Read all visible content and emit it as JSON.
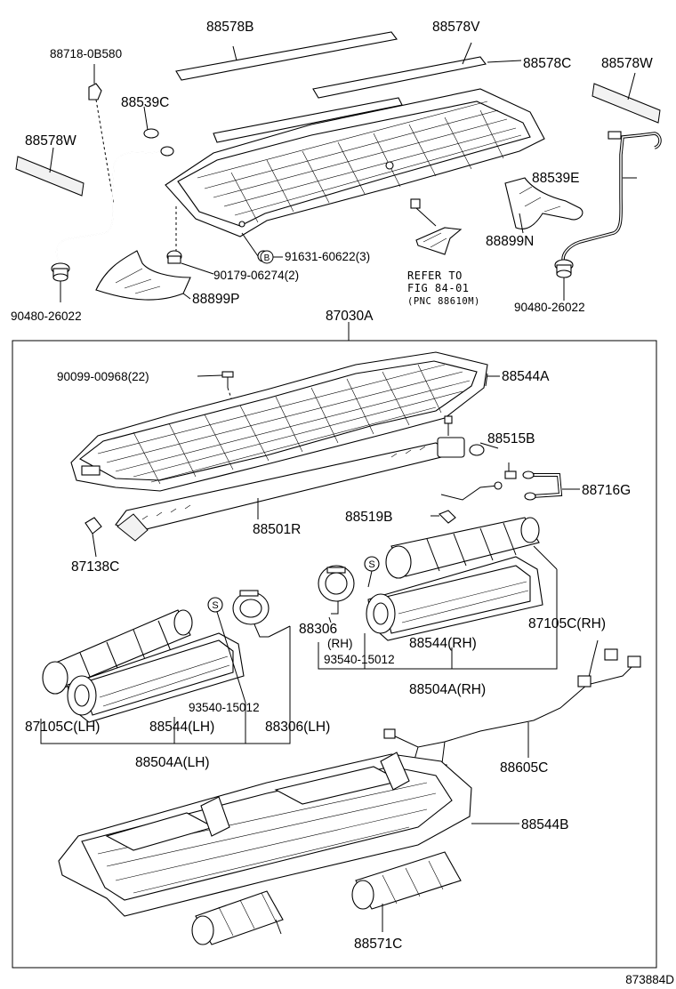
{
  "labels": {
    "p88578B": "88578B",
    "p88578V": "88578V",
    "p88578C": "88578C",
    "p88578W_right": "88578W",
    "p88718": "88718-0B580",
    "p88539C": "88539C",
    "p88578W_left": "88578W",
    "p88539E": "88539E",
    "p91631": "91631-60622(3)",
    "p91631_mark": "B",
    "p88899N": "88899N",
    "p90179": "90179-06274(2)",
    "ref1": "REFER TO",
    "ref2": "FIG 84-01",
    "ref3": "(PNC 88610M)",
    "p90480_left": "90480-26022",
    "p88899P": "88899P",
    "p90480_right": "90480-26022",
    "p87030A": "87030A",
    "p90099": "90099-00968(22)",
    "p88544A": "88544A",
    "p88515B": "88515B",
    "p88716G": "88716G",
    "p88519B": "88519B",
    "p88501R": "88501R",
    "p87138C": "87138C",
    "p88306_rh": "88306",
    "p88306_rh_tag": "(RH)",
    "p87105C_rh": "87105C(RH)",
    "p88544_rh": "88544(RH)",
    "p93540_rh": "93540-15012",
    "p88504A_rh": "88504A(RH)",
    "s_mark": "S",
    "p93540_lh": "93540-15012",
    "p87105C_lh": "87105C(LH)",
    "p88544_lh": "88544(LH)",
    "p88306_lh": "88306(LH)",
    "p88504A_lh": "88504A(LH)",
    "p88605C": "88605C",
    "p88544B": "88544B",
    "p88571C": "88571C",
    "footer": "873884D"
  }
}
